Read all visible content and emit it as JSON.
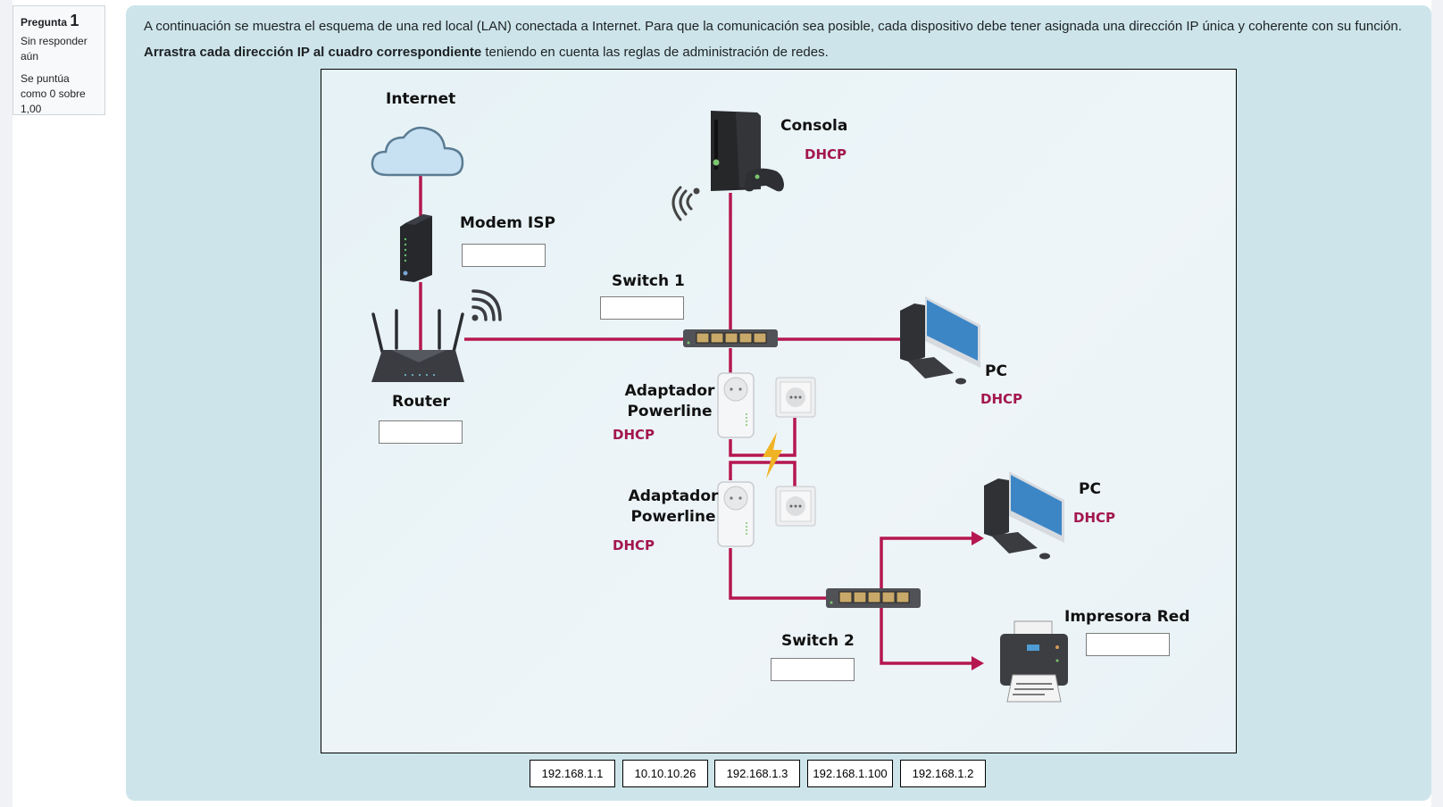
{
  "question_info": {
    "label": "Pregunta",
    "number": "1",
    "state": "Sin responder aún",
    "grade": "Se puntúa como 0 sobre 1,00"
  },
  "question": {
    "intro": "A continuación se muestra el esquema de una red local (LAN) conectada a Internet. Para que la comunicación sea posible, cada dispositivo debe tener asignada una dirección IP única y coherente con su función.",
    "instruction_bold": "Arrastra cada dirección IP al cuadro correspondiente",
    "instruction_rest": " teniendo en cuenta las reglas de administración de redes."
  },
  "diagram": {
    "nodes": {
      "internet": {
        "label": "Internet"
      },
      "modem": {
        "label": "Modem ISP",
        "drop_value": ""
      },
      "router": {
        "label": "Router",
        "drop_value": ""
      },
      "switch1": {
        "label": "Switch 1",
        "drop_value": ""
      },
      "console": {
        "label": "Consola",
        "config": "DHCP"
      },
      "pc1": {
        "label": "PC",
        "config": "DHCP"
      },
      "powerline1": {
        "label_line1": "Adaptador",
        "label_line2": "Powerline",
        "config": "DHCP"
      },
      "powerline2": {
        "label_line1": "Adaptador",
        "label_line2": "Powerline",
        "config": "DHCP"
      },
      "pc2": {
        "label": "PC",
        "config": "DHCP"
      },
      "switch2": {
        "label": "Switch 2",
        "drop_value": ""
      },
      "printer": {
        "label": "Impresora Red",
        "drop_value": ""
      }
    },
    "colors": {
      "wire": "#b5174f",
      "dhcp": "#a3174d"
    }
  },
  "choices": [
    "192.168.1.1",
    "10.10.10.26",
    "192.168.1.3",
    "192.168.1.100",
    "192.168.1.2"
  ]
}
